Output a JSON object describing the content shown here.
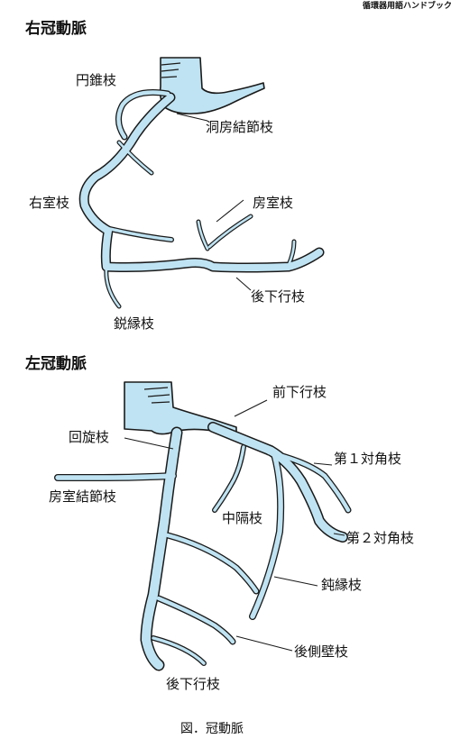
{
  "source_label": "循環器用語ハンドブック",
  "caption": "図．冠動脈",
  "colors": {
    "vessel_fill": "#bfe3f2",
    "outline": "#1a1a1a",
    "text": "#111111"
  },
  "right_coronary": {
    "heading": "右冠動脈",
    "labels": {
      "conus_branch": "円錐枝",
      "sinus_node_branch": "洞房結節枝",
      "right_ventricular_branch": "右室枝",
      "atrial_branch": "房室枝",
      "posterior_descending": "後下行枝",
      "acute_marginal": "鋭縁枝"
    }
  },
  "left_coronary": {
    "heading": "左冠動脈",
    "labels": {
      "anterior_descending": "前下行枝",
      "circumflex": "回旋枝",
      "diagonal_1": "第１対角枝",
      "av_node_branch": "房室結節枝",
      "septal": "中隔枝",
      "diagonal_2": "第２対角枝",
      "obtuse_marginal": "鈍縁枝",
      "posterolateral": "後側壁枝",
      "posterior_descending": "後下行枝"
    }
  }
}
